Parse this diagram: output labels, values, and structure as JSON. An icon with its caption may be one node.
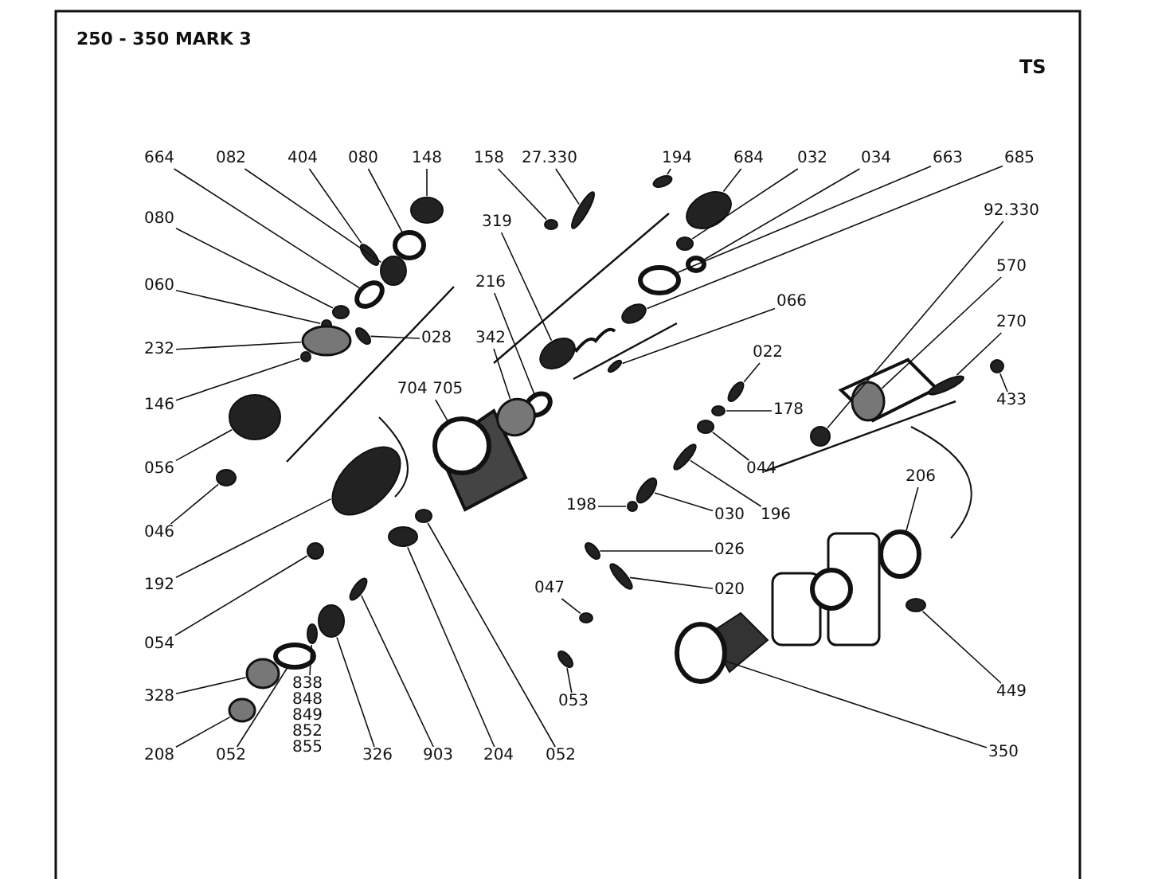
{
  "diagram": {
    "title": "250 - 350 MARK 3",
    "nodes": [
      {
        "text": [
          "664"
        ]
      },
      {
        "text": [
          "082"
        ]
      },
      {
        "text": [
          "404"
        ]
      },
      {
        "text": [
          "080"
        ]
      },
      {
        "text": [
          "148"
        ]
      },
      {
        "text": [
          "158"
        ]
      },
      {
        "text": [
          "27.330"
        ]
      },
      {
        "text": [
          "194"
        ]
      },
      {
        "text": [
          "684"
        ]
      },
      {
        "text": [
          "032"
        ]
      },
      {
        "text": [
          "034"
        ]
      },
      {
        "text": [
          "663"
        ]
      },
      {
        "text": [
          "685"
        ]
      },
      {
        "text": [
          "080"
        ]
      },
      {
        "text": [
          "060"
        ]
      },
      {
        "text": [
          "028"
        ]
      },
      {
        "text": [
          "319"
        ]
      },
      {
        "text": [
          "216"
        ]
      },
      {
        "text": [
          "232"
        ]
      },
      {
        "text": [
          "342"
        ]
      },
      {
        "text": [
          "146"
        ]
      },
      {
        "text": [
          "704 705"
        ]
      },
      {
        "text": [
          "056"
        ]
      },
      {
        "text": [
          "046"
        ]
      },
      {
        "text": [
          "92.330"
        ]
      },
      {
        "text": [
          "570"
        ]
      },
      {
        "text": [
          "066"
        ]
      },
      {
        "text": [
          "270"
        ]
      },
      {
        "text": [
          "022"
        ]
      },
      {
        "text": [
          "433"
        ]
      },
      {
        "text": [
          "178"
        ]
      },
      {
        "text": [
          "044"
        ]
      },
      {
        "text": [
          "198"
        ]
      },
      {
        "text": [
          "030"
        ]
      },
      {
        "text": [
          "196"
        ]
      },
      {
        "text": [
          "206"
        ]
      },
      {
        "text": [
          "192"
        ]
      },
      {
        "text": [
          "026"
        ]
      },
      {
        "text": [
          "047"
        ]
      },
      {
        "text": [
          "020"
        ]
      },
      {
        "text": [
          "054"
        ]
      },
      {
        "text": [
          "328"
        ]
      },
      {
        "text": [
          "449"
        ]
      },
      {
        "text": [
          "053"
        ]
      },
      {
        "text": [
          "838 848 849 852 855"
        ]
      },
      {
        "text": [
          "208"
        ]
      },
      {
        "text": [
          "052"
        ]
      },
      {
        "text": [
          "326"
        ]
      },
      {
        "text": [
          "903"
        ]
      },
      {
        "text": [
          "204"
        ]
      },
      {
        "text": [
          "052"
        ]
      },
      {
        "text": [
          "350"
        ]
      },
      {
        "text": [],
        "shape": "circle"
      },
      {
        "text": [],
        "shape": "circle"
      },
      {
        "text": [],
        "shape": "circle"
      },
      {
        "text": [],
        "shape": "circle"
      },
      {
        "text": [],
        "shape": "circle"
      },
      {
        "text": [],
        "shape": "circle"
      },
      {
        "text": [],
        "shape": "circle"
      },
      {
        "text": [],
        "shape": "circle"
      },
      {
        "text": [],
        "shape": "circle"
      },
      {
        "text": [],
        "shape": "circle"
      },
      {
        "text": [],
        "shape": "circle"
      },
      {
        "text": [],
        "shape": "circle"
      },
      {
        "text": [],
        "shape": "circle"
      },
      {
        "text": [],
        "shape": "circle"
      },
      {
        "text": [],
        "shape": "circle"
      },
      {
        "text": [],
        "shape": "circle"
      },
      {
        "text": [],
        "shape": "circle"
      },
      {
        "text": [],
        "shape": "circle"
      },
      {
        "text": [],
        "shape": "circle"
      },
      {
        "text": [],
        "shape": "circle"
      },
      {
        "text": [],
        "shape": "circle"
      },
      {
        "text": [],
        "shape": "circle"
      },
      {
        "text": [],
        "shape": "circle"
      },
      {
        "text": [],
        "shape": "circle"
      },
      {
        "text": [],
        "shape": "circle"
      },
      {
        "text": [],
        "shape": "circle"
      },
      {
        "text": [],
        "shape": "circle"
      },
      {
        "text": [],
        "shape": "circle"
      },
      {
        "text": [],
        "shape": "circle"
      },
      {
        "text": [],
        "shape": "circle"
      },
      {
        "text": [],
        "shape": "circle"
      },
      {
        "text": [],
        "shape": "circle"
      },
      {
        "text": [],
        "shape": "circle"
      },
      {
        "text": [],
        "shape": "circle"
      },
      {
        "text": [],
        "shape": "circle"
      },
      {
        "text": [],
        "shape": "circle"
      },
      {
        "text": [],
        "shape": "circle"
      },
      {
        "text": [],
        "shape": "circle"
      },
      {
        "text": [],
        "shape": "circle"
      },
      {
        "text": [],
        "shape": "circle"
      },
      {
        "text": [],
        "shape": "circle"
      },
      {
        "text": [],
        "shape": "circle"
      },
      {
        "text": [],
        "shape": "circle"
      },
      {
        "text": [],
        "shape": "circle"
      },
      {
        "text": [],
        "shape": "circle"
      },
      {
        "text": [],
        "shape": "circle"
      },
      {
        "text": [],
        "shape": "circle"
      },
      {
        "text": [],
        "shape": "circle"
      },
      {
        "text": [],
        "shape": "circle"
      },
      {
        "text": [],
        "shape": "circle"
      },
      {
        "text": [],
        "shape": "circle"
      },
      {
        "text": [],
        "shape": "circle"
      }
    ],
    "edges": [
      {
        "from": 0,
        "to": 52,
        "arrow": "none"
      },
      {
        "from": 1,
        "to": 53,
        "arrow": "none"
      },
      {
        "from": 2,
        "to": 54,
        "arrow": "none"
      },
      {
        "from": 3,
        "to": 55,
        "arrow": "none"
      },
      {
        "from": 4,
        "to": 56,
        "arrow": "none"
      },
      {
        "from": 5,
        "to": 57,
        "arrow": "none"
      },
      {
        "from": 6,
        "to": 58,
        "arrow": "none"
      },
      {
        "from": 7,
        "to": 59,
        "arrow": "none"
      },
      {
        "from": 8,
        "to": 60,
        "arrow": "none"
      },
      {
        "from": 9,
        "to": 61,
        "arrow": "none"
      },
      {
        "from": 10,
        "to": 62,
        "arrow": "none"
      },
      {
        "from": 11,
        "to": 63,
        "arrow": "none"
      },
      {
        "from": 12,
        "to": 64,
        "arrow": "none"
      },
      {
        "from": 13,
        "to": 65,
        "arrow": "none"
      },
      {
        "from": 14,
        "to": 66,
        "arrow": "none"
      },
      {
        "from": 15,
        "to": 67,
        "arrow": "none"
      },
      {
        "from": 16,
        "to": 68,
        "arrow": "none"
      },
      {
        "from": 17,
        "to": 69,
        "arrow": "none"
      },
      {
        "from": 18,
        "to": 70,
        "arrow": "none"
      },
      {
        "from": 19,
        "to": 71,
        "arrow": "none"
      },
      {
        "from": 20,
        "to": 72,
        "arrow": "none"
      },
      {
        "from": 21,
        "to": 73,
        "arrow": "none"
      },
      {
        "from": 22,
        "to": 74,
        "arrow": "none"
      },
      {
        "from": 23,
        "to": 75,
        "arrow": "none"
      },
      {
        "from": 24,
        "to": 76,
        "arrow": "none"
      },
      {
        "from": 25,
        "to": 77,
        "arrow": "none"
      },
      {
        "from": 26,
        "to": 78,
        "arrow": "none"
      },
      {
        "from": 27,
        "to": 79,
        "arrow": "none"
      },
      {
        "from": 28,
        "to": 80,
        "arrow": "none"
      },
      {
        "from": 29,
        "to": 81,
        "arrow": "none"
      },
      {
        "from": 30,
        "to": 82,
        "arrow": "none"
      },
      {
        "from": 31,
        "to": 83,
        "arrow": "none"
      },
      {
        "from": 32,
        "to": 84,
        "arrow": "none"
      },
      {
        "from": 33,
        "to": 85,
        "arrow": "none"
      },
      {
        "from": 34,
        "to": 86,
        "arrow": "none"
      },
      {
        "from": 35,
        "to": 87,
        "arrow": "none"
      },
      {
        "from": 36,
        "to": 88,
        "arrow": "none"
      },
      {
        "from": 37,
        "to": 89,
        "arrow": "none"
      },
      {
        "from": 38,
        "to": 90,
        "arrow": "none"
      },
      {
        "from": 39,
        "to": 91,
        "arrow": "none"
      },
      {
        "from": 40,
        "to": 92,
        "arrow": "none"
      },
      {
        "from": 41,
        "to": 93,
        "arrow": "none"
      },
      {
        "from": 42,
        "to": 94,
        "arrow": "none"
      },
      {
        "from": 43,
        "to": 95,
        "arrow": "none"
      },
      {
        "from": 44,
        "to": 96,
        "arrow": "none"
      },
      {
        "from": 45,
        "to": 97,
        "arrow": "none"
      },
      {
        "from": 46,
        "to": 98,
        "arrow": "none"
      },
      {
        "from": 47,
        "to": 99,
        "arrow": "none"
      },
      {
        "from": 48,
        "to": 100,
        "arrow": "none"
      },
      {
        "from": 49,
        "to": 101,
        "arrow": "none"
      },
      {
        "from": 50,
        "to": 102,
        "arrow": "none"
      },
      {
        "from": 51,
        "to": 103,
        "arrow": "none"
      }
    ],
    "labels": [
      "TS"
    ]
  }
}
